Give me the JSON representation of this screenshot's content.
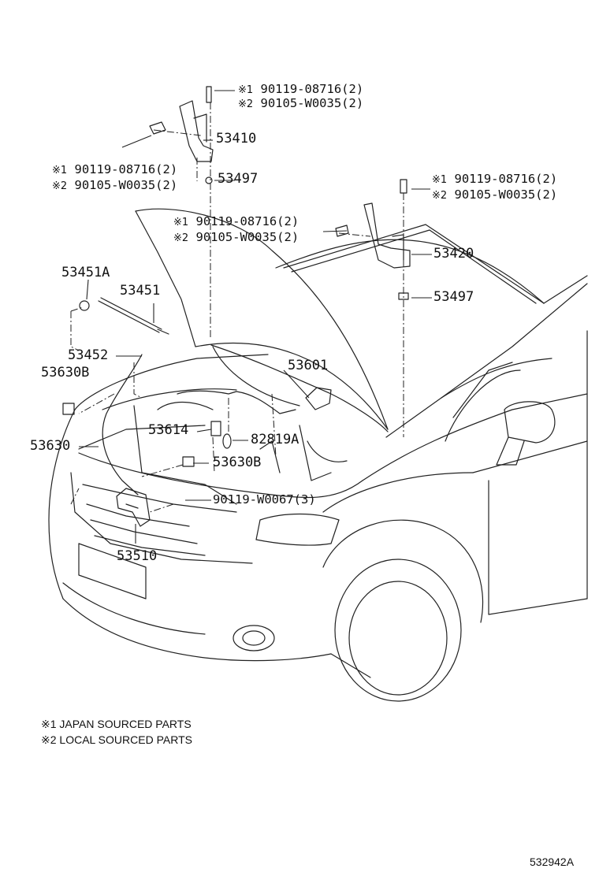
{
  "callouts": {
    "c53410": "53410",
    "c53497a": "53497",
    "c53420": "53420",
    "c53497b": "53497",
    "c53451a": "53451A",
    "c53451": "53451",
    "c53452": "53452",
    "c53630b_left": "53630B",
    "c53630": "53630",
    "c53601": "53601",
    "c53614": "53614",
    "c82819a": "82819A",
    "c53630b_mid": "53630B",
    "c90119w": "90119-W0067(3)",
    "c53510": "53510"
  },
  "bolt_groups": {
    "top": {
      "mark1": "※1",
      "pn1": "90119-08716(2)",
      "mark2": "※2",
      "pn2": "90105-W0035(2)"
    },
    "left": {
      "mark1": "※1",
      "pn1": "90119-08716(2)",
      "mark2": "※2",
      "pn2": "90105-W0035(2)"
    },
    "right": {
      "mark1": "※1",
      "pn1": "90119-08716(2)",
      "mark2": "※2",
      "pn2": "90105-W0035(2)"
    },
    "mid": {
      "mark1": "※1",
      "pn1": "90119-08716(2)",
      "mark2": "※2",
      "pn2": "90105-W0035(2)"
    }
  },
  "notes": {
    "note1": "※1 JAPAN SOURCED PARTS",
    "note2": "※2 LOCAL SOURCED PARTS"
  },
  "diagram_ref": "532942A"
}
